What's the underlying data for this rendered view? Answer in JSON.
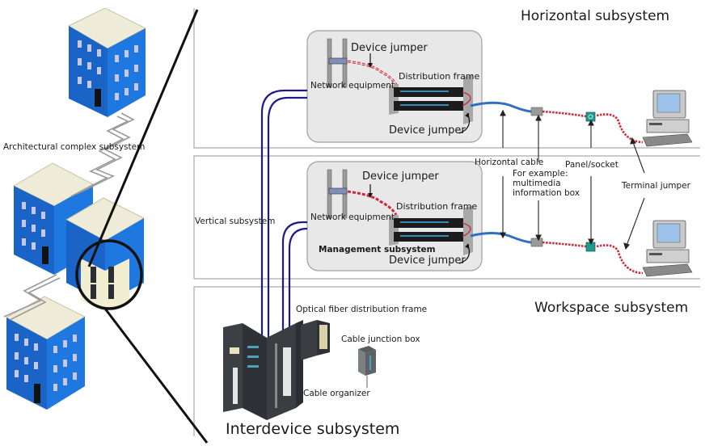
{
  "titles": {
    "horizontal": "Horizontal subsystem",
    "workspace": "Workspace subsystem",
    "interdevice": "Interdevice subsystem",
    "vertical": "Vertical subsystem",
    "architectural": "Architectural complex subsystem",
    "management": "Management subsystem"
  },
  "upper_box": {
    "device_jumper_top": "Device jumper",
    "distribution_frame": "Distribution frame",
    "network_equipment": "Network equipment",
    "device_jumper_bottom": "Device jumper"
  },
  "lower_box": {
    "device_jumper_top": "Device jumper",
    "distribution_frame": "Distribution frame",
    "network_equipment": "Network equipment",
    "device_jumper_bottom": "Device jumper"
  },
  "callouts": {
    "horizontal_cable": "Horizontal cable",
    "multimedia_box": [
      "For example:",
      "multimedia",
      "information box"
    ],
    "panel_socket": "Panel/socket",
    "terminal_jumper": "Terminal jumper"
  },
  "equipment_room": {
    "optical_fiber_frame": "Optical fiber distribution frame",
    "cable_junction_box": "Cable junction box",
    "cable_organizer": "Cable organizer"
  },
  "colors": {
    "building_blue": "#1a64c8",
    "building_roof": "#eeecd8",
    "backbone_cable": "#1f1a8c",
    "horizontal_cable": "#2f6fc4",
    "patch_cord": "#cc2a3a",
    "socket": "#1e9a8f",
    "panel_fill": "#e9e9e9"
  }
}
